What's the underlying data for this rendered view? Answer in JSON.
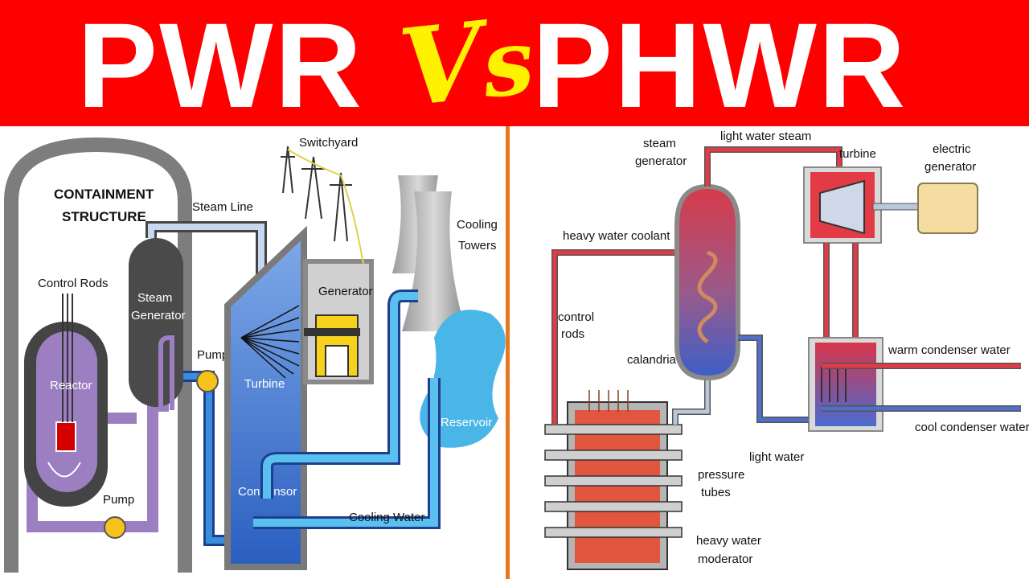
{
  "banner": {
    "left_word": "PWR",
    "vs_v": "V",
    "vs_s": "s",
    "right_word": "PHWR",
    "colors": {
      "background": "#ff0000",
      "text": "#ffffff",
      "vs": "#fff200",
      "divider": "#e87722"
    }
  },
  "pwr": {
    "containment_line1": "CONTAINMENT",
    "containment_line2": "STRUCTURE",
    "control_rods": "Control Rods",
    "reactor": "Reactor",
    "steam_generator_line1": "Steam",
    "steam_generator_line2": "Generator",
    "steam_line": "Steam Line",
    "pump_top": "Pump",
    "pump_bottom": "Pump",
    "switchyard": "Switchyard",
    "generator": "Generator",
    "turbine": "Turbine",
    "condensor": "Condensor",
    "cooling_towers_line1": "Cooling",
    "cooling_towers_line2": "Towers",
    "reservoir": "Reservoir",
    "cooling_water": "Cooling Water"
  },
  "phwr": {
    "steam_generator_line1": "steam",
    "steam_generator_line2": "generator",
    "light_water_steam": "light water steam",
    "turbine": "turbine",
    "electric_generator_line1": "electric",
    "electric_generator_line2": "generator",
    "heavy_water_coolant": "heavy water coolant",
    "control_rods_line1": "control",
    "control_rods_line2": "rods",
    "calandria": "calandria",
    "warm_condenser_water": "warm condenser water",
    "cool_condenser_water": "cool condenser water",
    "light_water": "light water",
    "pressure_tubes_line1": "pressure",
    "pressure_tubes_line2": "tubes",
    "heavy_water_moderator_line1": "heavy water",
    "heavy_water_moderator_line2": "moderator"
  }
}
